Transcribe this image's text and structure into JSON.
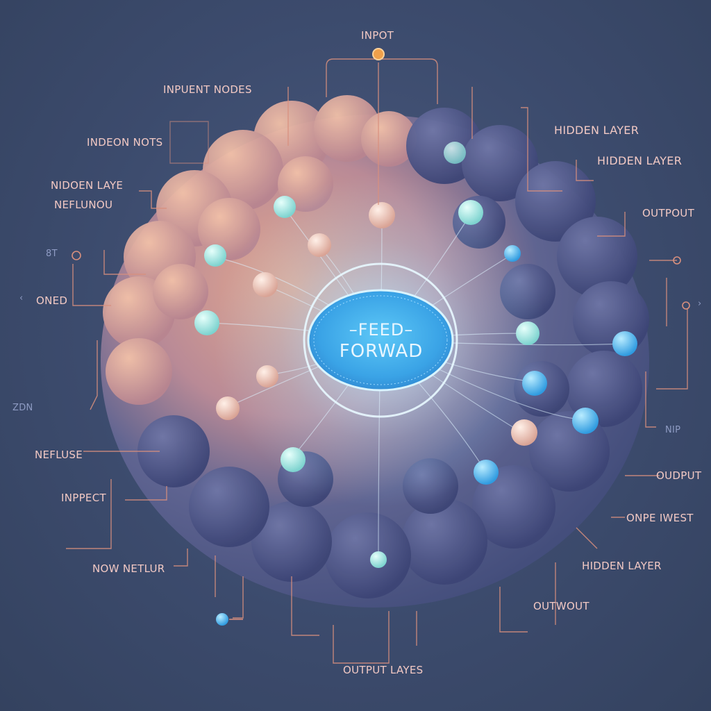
{
  "diagram": {
    "center": {
      "line1": "–FEED–",
      "line2": "FORWAD"
    },
    "labels": {
      "input": "INPOT",
      "inpuent_nodes": "INPUENT NODES",
      "indeon_nots": "INDEON NOTS",
      "hidden_laye": "NIDOEN LAYE",
      "neftunou": "NEFLUNOU",
      "oned": "ONED",
      "left_small_1": "8T",
      "left_small_2": "‹",
      "zdn": "ZDN",
      "neftuese": "NEFLUSE",
      "inppect": "INPPECT",
      "now_nettur": "NOW NETLUR",
      "output_layes": "OUTPUT LAYES",
      "hidden_layer_1": "HIDDEN LAYER",
      "hidden_layer_2": "HIDDEN LAYER",
      "output_1": "OUTPOUT",
      "right_small": "›",
      "nip": "NIP",
      "output_2": "OUDPUT",
      "onpe_iwest": "ONPE IWEST",
      "hidden_layer_3": "HIDDEN LAYER",
      "outwout": "OUTWOUT"
    }
  },
  "colors": {
    "background": "#3c4b6d",
    "node_teal": "#9fe6df",
    "node_peach": "#f0c7b8",
    "node_blue": "#4fb3e8",
    "center_glow": "#5cc3f5",
    "callout_line": "#d9907e",
    "input_node": "#f0a04a"
  }
}
